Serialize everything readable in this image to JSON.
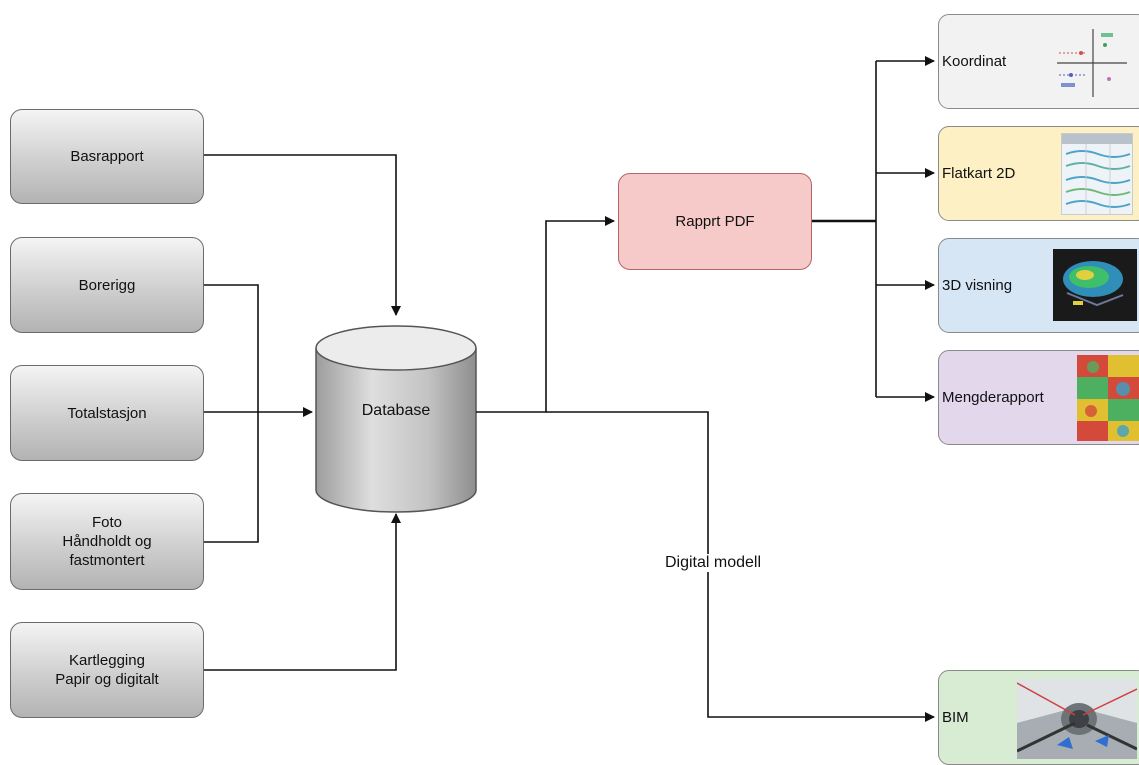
{
  "sources": [
    {
      "label": "Basrapport"
    },
    {
      "label": "Borerigg"
    },
    {
      "label": "Totalstasjon"
    },
    {
      "label": "Foto\nHåndholdt og\nfastmontert"
    },
    {
      "label": "Kartlegging\nPapir og digitalt"
    }
  ],
  "database": {
    "label": "Database"
  },
  "report": {
    "label": "Rapprt PDF"
  },
  "outputs": [
    {
      "label": "Koordinat",
      "color": "#f2f2f2",
      "thumbnail": "coordinate-axes-thumbnail"
    },
    {
      "label": "Flatkart 2D",
      "color": "#fdf0c4",
      "thumbnail": "flat-map-thumbnail"
    },
    {
      "label": "3D visning",
      "color": "#d6e6f5",
      "thumbnail": "3d-view-thumbnail"
    },
    {
      "label": "Mengderapport",
      "color": "#e3d7ec",
      "thumbnail": "heatmap-thumbnail"
    }
  ],
  "bim": {
    "label": "BIM",
    "color": "#d8ecd4",
    "thumbnail": "bim-render-thumbnail"
  },
  "edge_labels": {
    "digital_model": "Digital modell"
  }
}
